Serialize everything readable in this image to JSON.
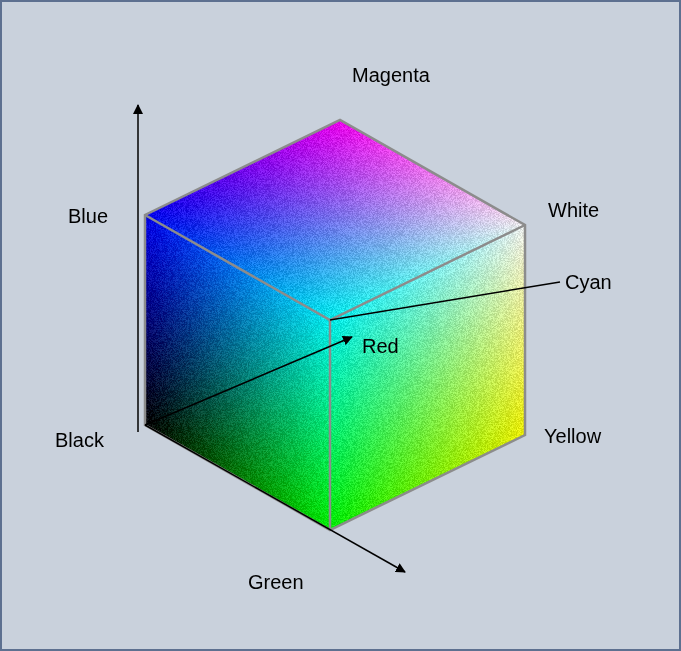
{
  "diagram": {
    "labels": [
      "Magenta",
      "Blue",
      "White",
      "Cyan",
      "Red",
      "Black",
      "Yellow",
      "Green"
    ]
  }
}
